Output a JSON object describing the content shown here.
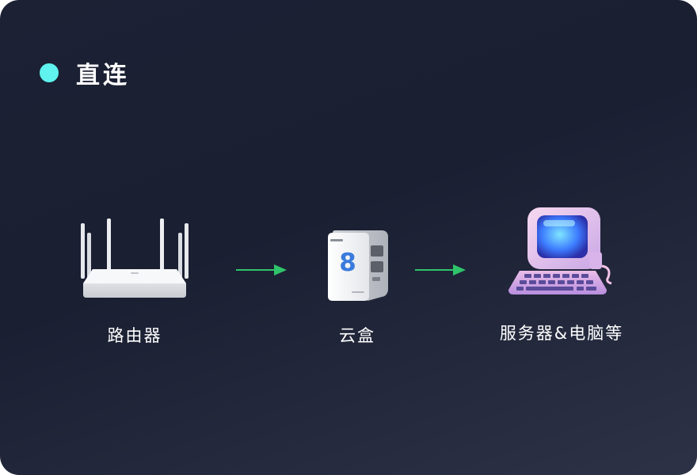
{
  "header": {
    "title": "直连"
  },
  "nodes": [
    {
      "id": "router",
      "label": "路由器"
    },
    {
      "id": "cloudbox",
      "label": "云盒",
      "device_text": "8"
    },
    {
      "id": "server",
      "label": "服务器&电脑等"
    }
  ],
  "colors": {
    "accent_dot": "#5ff2ee",
    "arrow": "#2fc46b",
    "box_logo": "#3a7bdc"
  }
}
